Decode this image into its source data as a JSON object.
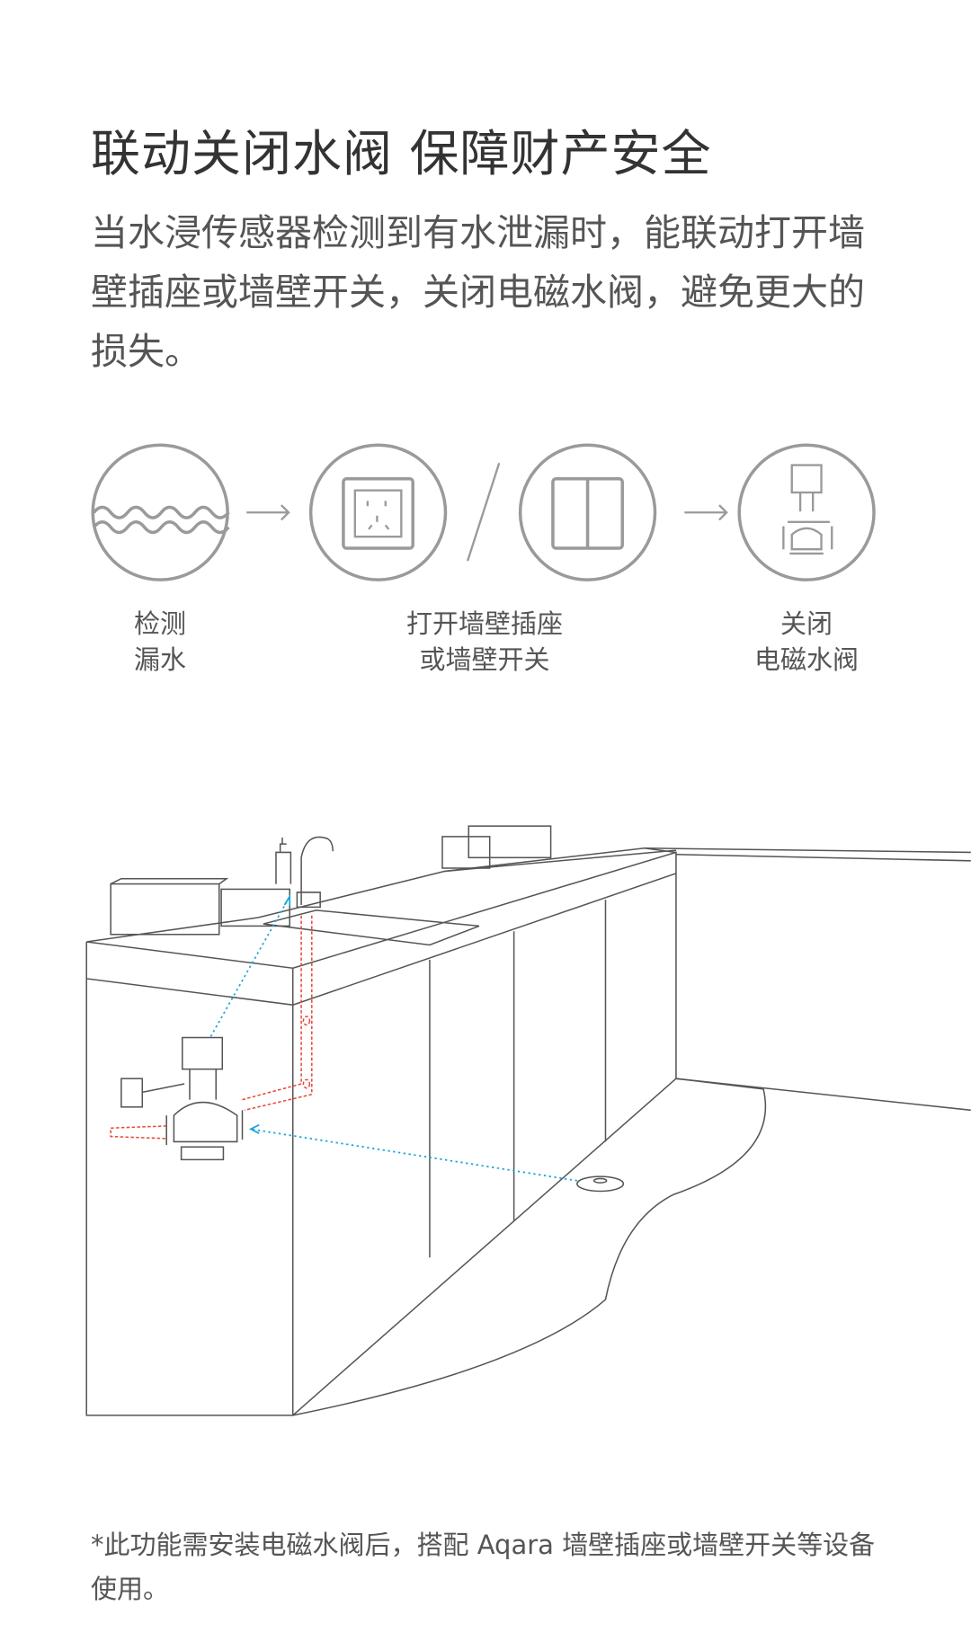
{
  "title": "联动关闭水阀 保障财产安全",
  "description": "当水浸传感器检测到有水泄漏时，能联动打开墙壁插座或墙壁开关，关闭电磁水阀，避免更大的损失。",
  "steps": [
    {
      "icon": "water-wave-icon",
      "label_line1": "检测",
      "label_line2": "漏水"
    },
    {
      "icon": "wall-socket-icon",
      "label_line1": "打开墙壁插座",
      "label_line2": "或墙壁开关"
    },
    {
      "icon": "wall-switch-icon"
    },
    {
      "icon": "solenoid-valve-icon",
      "label_line1": "关闭",
      "label_line2": "电磁水阀"
    }
  ],
  "footnote": "*此功能需安装电磁水阀后，搭配 Aqara 墙壁插座或墙壁开关等设备使用。",
  "colors": {
    "line": "#999999",
    "pipe": "#e8473a",
    "signal": "#1aa6d8",
    "text": "#555555"
  }
}
